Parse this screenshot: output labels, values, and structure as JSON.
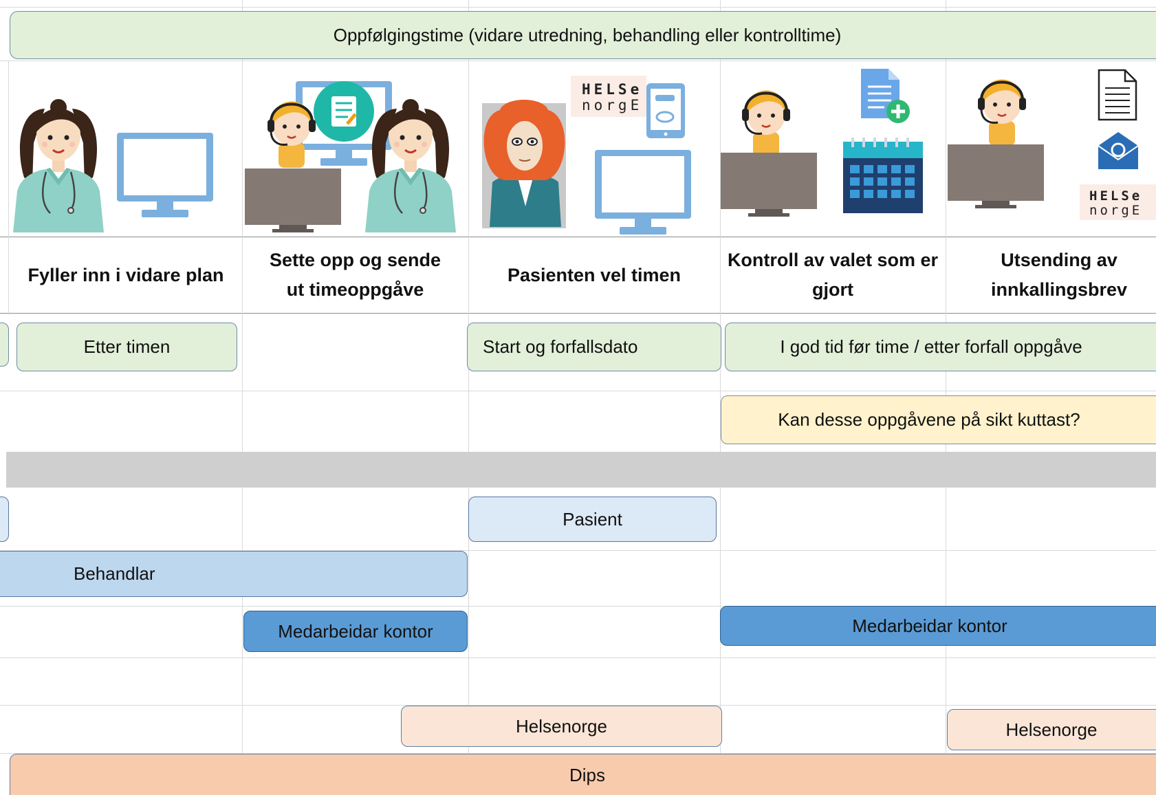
{
  "header": {
    "title": "Oppfølgingstime (vidare utredning, behandling eller kontrolltime)"
  },
  "steps": [
    {
      "label": "Fyller inn i vidare plan"
    },
    {
      "label": "Sette opp og sende ut timeoppgåve"
    },
    {
      "label": "Pasienten vel timen"
    },
    {
      "label": "Kontroll av valet som er gjort"
    },
    {
      "label": "Utsending av innkallingsbrev"
    }
  ],
  "timing": {
    "after_appointment": "Etter timen",
    "start_due": "Start og forfallsdato",
    "before_time": "I god tid før time / etter forfall oppgåve",
    "question": "Kan desse oppgåvene på sikt kuttast?"
  },
  "actors": {
    "patient": "Pasient",
    "clinician": "Behandlar",
    "office_1": "Medarbeidar kontor",
    "office_2": "Medarbeidar kontor"
  },
  "systems": {
    "helsenorge_1": "Helsenorge",
    "helsenorge_2": "Helsenorge",
    "dips": "Dips"
  },
  "logo": {
    "line1": "HELSe",
    "line2": "norgE"
  },
  "colors": {
    "green_box": "#e2efd9",
    "yellow_box": "#fff2cc",
    "light_blue_box": "#dce9f6",
    "mid_blue_box": "#bdd7ee",
    "dark_blue_box": "#5b9bd5",
    "pink_box": "#fbe5d6",
    "orange_box": "#f8cbad",
    "monitor_blue": "#7bafde",
    "desk_grey": "#857973"
  }
}
